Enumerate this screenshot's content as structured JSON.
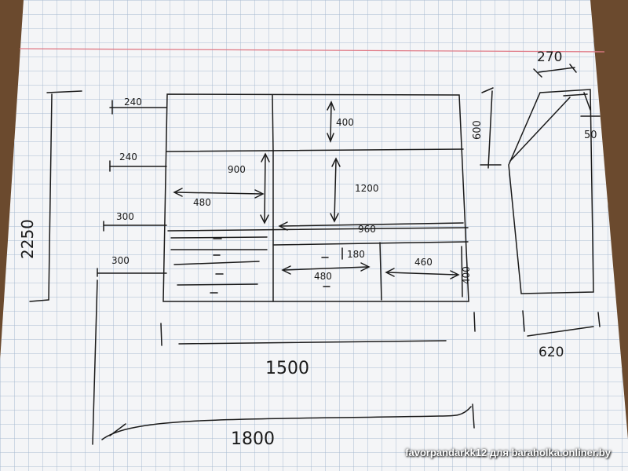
{
  "colors": {
    "table": "#6b4a2e",
    "paper": "#f4f5f7",
    "grid": "#9fb3cc",
    "margin_line": "#e07a86",
    "ink": "#1a1a1a"
  },
  "sketch": {
    "labels": {
      "overall_height": "2250",
      "overall_width": "1800",
      "inner_width": "1500",
      "left_shelf_1": "240",
      "left_shelf_2": "240",
      "left_shelf_3": "300",
      "left_shelf_4": "300",
      "top_cabinet_height": "400",
      "left_section_height": "900",
      "left_section_width": "480",
      "right_section_height": "1200",
      "right_section_width": "960",
      "drawer_height": "180",
      "lower_middle_width": "480",
      "lower_right_width": "460",
      "lower_right_height": "400"
    },
    "side_view_labels": {
      "top_depth": "270",
      "side_height": "600",
      "lip": "50",
      "bottom_depth": "620"
    }
  },
  "watermark": "favorpandarkk12 для baraholka.onliner.by"
}
